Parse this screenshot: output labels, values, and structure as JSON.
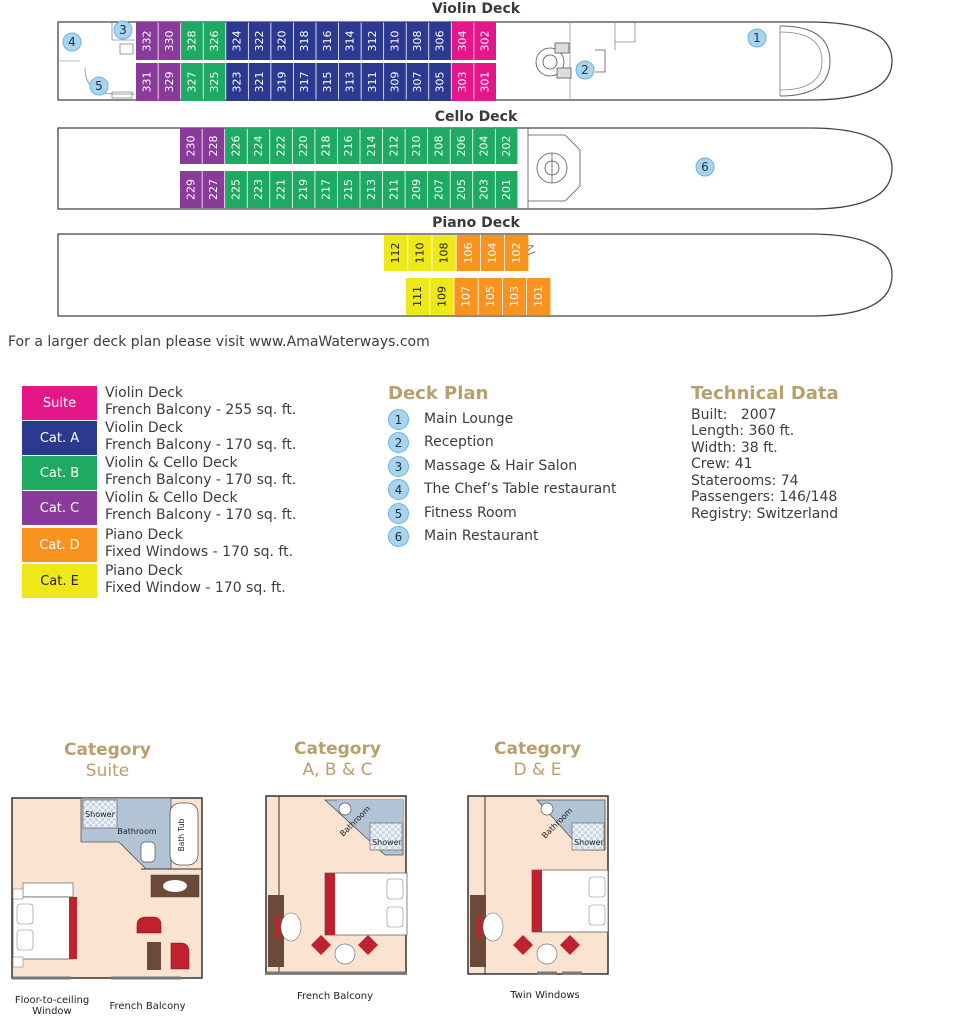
{
  "decks": {
    "violin": {
      "title": "Violin Deck",
      "top_row": [
        "332",
        "330",
        "328",
        "326",
        "324",
        "322",
        "320",
        "318",
        "316",
        "314",
        "312",
        "310",
        "308",
        "306",
        "304",
        "302"
      ],
      "bottom_row": [
        "331",
        "329",
        "327",
        "325",
        "323",
        "321",
        "319",
        "317",
        "315",
        "313",
        "311",
        "309",
        "307",
        "305",
        "303",
        "301"
      ],
      "top_cats": [
        "C",
        "C",
        "B",
        "B",
        "A",
        "A",
        "A",
        "A",
        "A",
        "A",
        "A",
        "A",
        "A",
        "A",
        "S",
        "S"
      ],
      "bottom_cats": [
        "C",
        "C",
        "B",
        "B",
        "A",
        "A",
        "A",
        "A",
        "A",
        "A",
        "A",
        "A",
        "A",
        "A",
        "S",
        "S"
      ]
    },
    "cello": {
      "title": "Cello Deck",
      "top_row": [
        "230",
        "228",
        "226",
        "224",
        "222",
        "220",
        "218",
        "216",
        "214",
        "212",
        "210",
        "208",
        "206",
        "204",
        "202"
      ],
      "bottom_row": [
        "229",
        "227",
        "225",
        "223",
        "221",
        "219",
        "217",
        "215",
        "213",
        "211",
        "209",
        "207",
        "205",
        "203",
        "201"
      ],
      "top_cats": [
        "C",
        "C",
        "B",
        "B",
        "B",
        "B",
        "B",
        "B",
        "B",
        "B",
        "B",
        "B",
        "B",
        "B",
        "B"
      ],
      "bottom_cats": [
        "C",
        "C",
        "B",
        "B",
        "B",
        "B",
        "B",
        "B",
        "B",
        "B",
        "B",
        "B",
        "B",
        "B",
        "B"
      ]
    },
    "piano": {
      "title": "Piano Deck",
      "top_row": [
        "112",
        "110",
        "108",
        "106",
        "104",
        "102"
      ],
      "bottom_row": [
        "111",
        "109",
        "107",
        "105",
        "103",
        "101"
      ],
      "top_cats": [
        "E",
        "E",
        "E",
        "D",
        "D",
        "D"
      ],
      "bottom_cats": [
        "E",
        "E",
        "D",
        "D",
        "D",
        "D"
      ]
    }
  },
  "markers": [
    "1",
    "2",
    "3",
    "4",
    "5",
    "6"
  ],
  "note": "For a larger deck plan please visit www.AmaWaterways.com",
  "colors": {
    "S": "#e5168a",
    "A": "#2b3990",
    "B": "#1eaa63",
    "C": "#8a3a9a",
    "D": "#f7931e",
    "E": "#eee71a",
    "marker": "#a8d4f0",
    "heading": "#b8a06c"
  },
  "legend": [
    {
      "label": "Suite",
      "line1": "Violin Deck",
      "line2": "French Balcony - 255 sq. ft.",
      "cat": "S"
    },
    {
      "label": "Cat. A",
      "line1": "Violin Deck",
      "line2": "French Balcony - 170 sq. ft.",
      "cat": "A"
    },
    {
      "label": "Cat. B",
      "line1": "Violin & Cello Deck",
      "line2": "French Balcony - 170 sq. ft.",
      "cat": "B"
    },
    {
      "label": "Cat. C",
      "line1": "Violin & Cello Deck",
      "line2": "French Balcony - 170 sq. ft.",
      "cat": "C"
    },
    {
      "label": "Cat. D",
      "line1": "Piano Deck",
      "line2": "Fixed Windows - 170 sq. ft.",
      "cat": "D"
    },
    {
      "label": "Cat. E",
      "line1": "Piano Deck",
      "line2": "Fixed Window - 170 sq. ft.",
      "cat": "E"
    }
  ],
  "deck_plan": {
    "title": "Deck Plan",
    "items": [
      {
        "num": "1",
        "label": "Main Lounge"
      },
      {
        "num": "2",
        "label": "Reception"
      },
      {
        "num": "3",
        "label": "Massage & Hair Salon"
      },
      {
        "num": "4",
        "label": "The Chef’s Table restaurant"
      },
      {
        "num": "5",
        "label": "Fitness Room"
      },
      {
        "num": "6",
        "label": "Main Restaurant"
      }
    ]
  },
  "technical": {
    "title": "Technical Data",
    "lines": [
      "Built:   2007",
      "Length: 360 ft.",
      "Width: 38 ft.",
      "Crew: 41",
      "Staterooms: 74",
      "Passengers: 146/148",
      "Registry: Switzerland"
    ]
  },
  "categories": [
    {
      "title": "Category",
      "subtitle": "Suite",
      "caption1": "Floor-to-ceiling",
      "caption2": "Window",
      "caption3": "French Balcony",
      "shower": "Shower",
      "bathroom": "Bathroom",
      "tub": "Bath Tub"
    },
    {
      "title": "Category",
      "subtitle": "A, B & C",
      "caption1": "French Balcony",
      "shower": "Shower",
      "bathroom": "Bathroom"
    },
    {
      "title": "Category",
      "subtitle": "D & E",
      "caption1": "Twin Windows",
      "shower": "Shower",
      "bathroom": "Bathroom"
    }
  ]
}
